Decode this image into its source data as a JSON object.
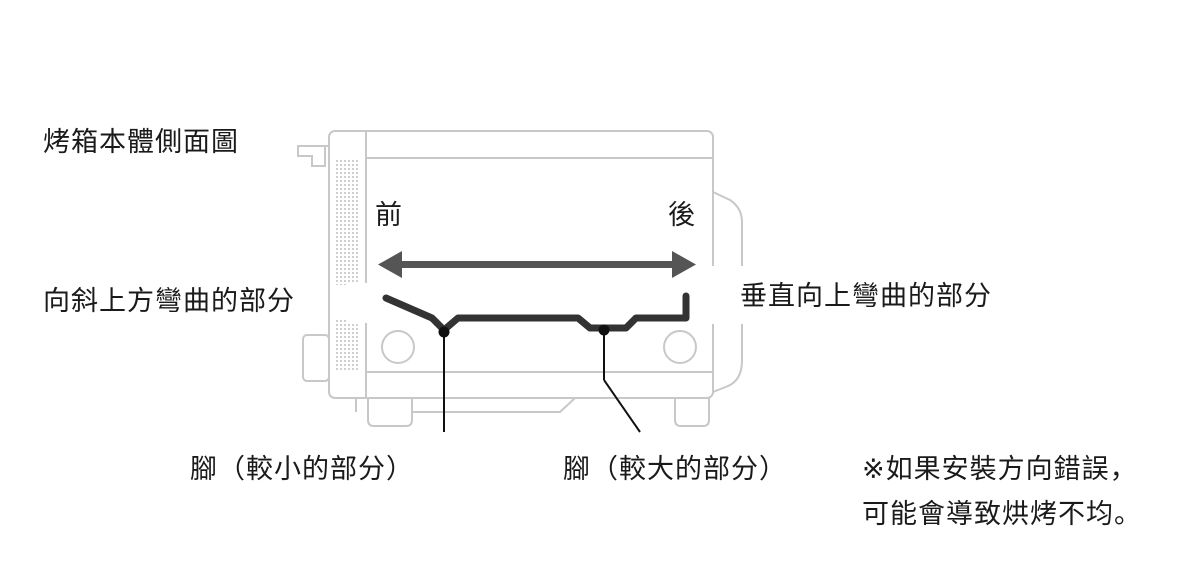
{
  "labels": {
    "oven_side_view": "烤箱本體側面圖",
    "front": "前",
    "back": "後",
    "diagonal_bend": "向斜上方彎曲的部分",
    "vertical_bend": "垂直向上彎曲的部分",
    "foot_small": "腳（較小的部分）",
    "foot_large": "腳（較大的部分）",
    "note_line1": "※如果安裝方向錯誤，",
    "note_line2": "可能會導致烘烤不均。"
  },
  "colors": {
    "oven_outline": "#c8c8c8",
    "rack": "#333333",
    "arrow": "#555555",
    "leader": "#111111"
  }
}
